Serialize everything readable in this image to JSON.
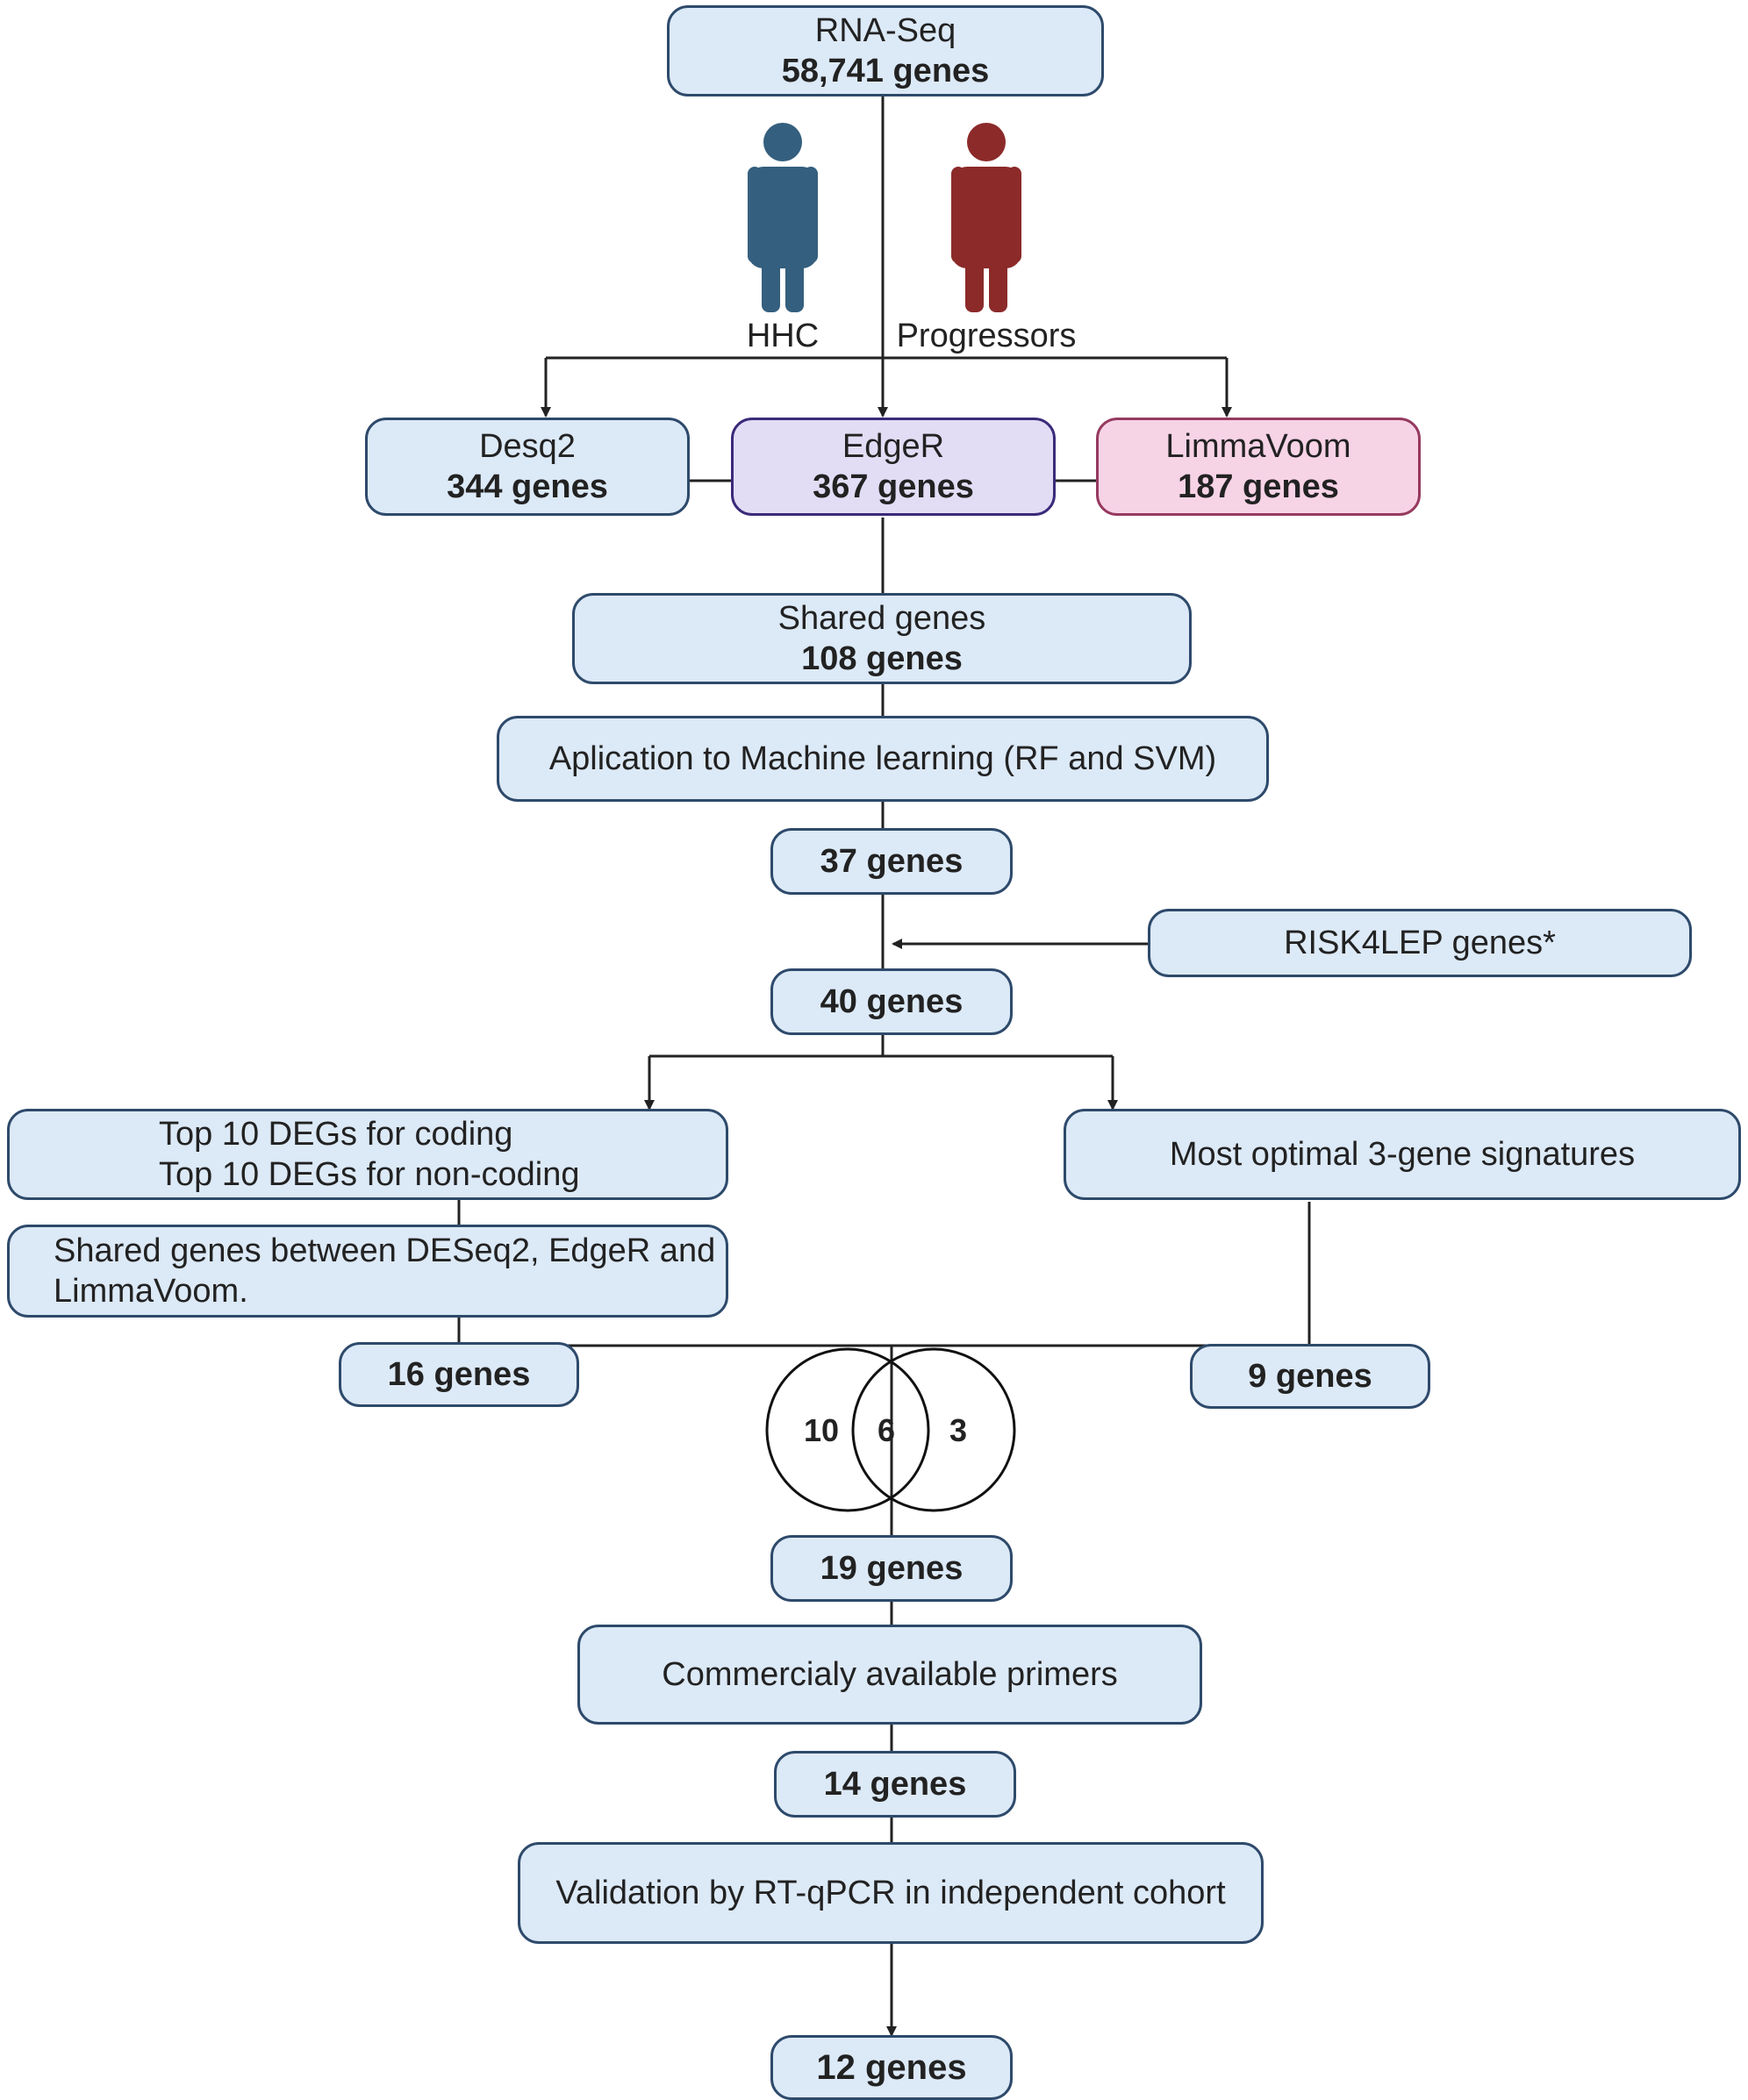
{
  "rnaseq": {
    "title": "RNA-Seq",
    "count": "58,741 genes"
  },
  "groups": {
    "hhc": "HHC",
    "progressors": "Progressors"
  },
  "colors": {
    "hhc": "#355f7e",
    "progressors": "#8c2a2a",
    "box_fill": "#dce9f7",
    "box_border": "#2e4a6b",
    "edger_fill": "#e2ddf5",
    "limma_fill": "#f7d3e6"
  },
  "methods": [
    {
      "name": "Desq2",
      "count": "344 genes"
    },
    {
      "name": "EdgeR",
      "count": "367 genes"
    },
    {
      "name": "LimmaVoom",
      "count": "187 genes"
    }
  ],
  "shared": {
    "title": "Shared genes",
    "count": "108 genes"
  },
  "ml": "Aplication to Machine learning (RF and SVM)",
  "genes37": "37 genes",
  "risk": "RISK4LEP genes*",
  "genes40": "40 genes",
  "top": {
    "line1": "Top 10 DEGs for coding",
    "line2": "Top 10 DEGs for non-coding"
  },
  "shared_methods": {
    "line1": "Shared genes between DESeq2, EdgeR and",
    "line2": "LimmaVoom."
  },
  "optimal": "Most optimal 3-gene signatures",
  "genes16": "16 genes",
  "genes9": "9 genes",
  "venn": {
    "left": "10",
    "middle": "6",
    "right": "3"
  },
  "genes19": "19 genes",
  "primers": "Commercialy available primers",
  "genes14": "14 genes",
  "validation": "Validation by RT-qPCR in independent cohort",
  "genes12": "12 genes"
}
